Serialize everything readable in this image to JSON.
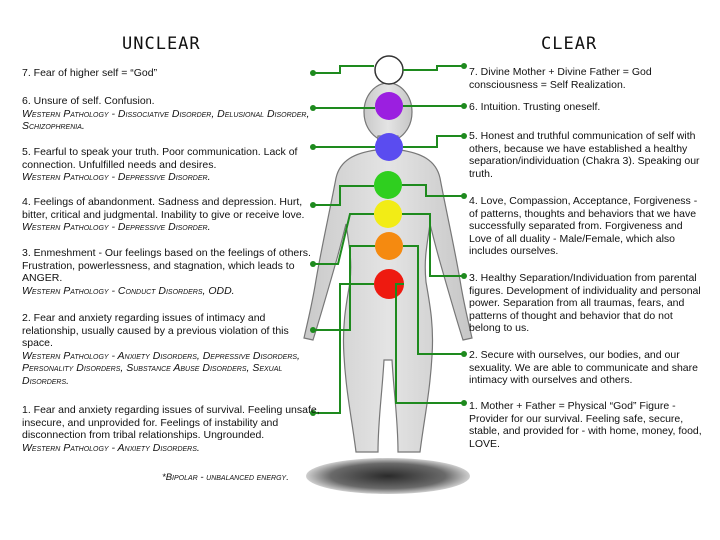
{
  "headers": {
    "unclear": "UNCLEAR",
    "clear": "CLEAR"
  },
  "unclear": [
    {
      "main": "7. Fear of higher self = “God”",
      "pathology": ""
    },
    {
      "main": "6. Unsure of self. Confusion.",
      "pathology": "Western Pathology - Dissociative Disorder, Delusional Disorder, Schizophrenia."
    },
    {
      "main": "5. Fearful to speak your truth. Poor communication. Lack of connection. Unfulfilled needs and desires.",
      "pathology": "Western Pathology - Depressive Disorder."
    },
    {
      "main": "4. Feelings of abandonment. Sadness and depression. Hurt, bitter, critical and judgmental. Inability to give or receive love.",
      "pathology": "Western Pathology - Depressive Disorder."
    },
    {
      "main": "3. Enmeshment - Our feelings based on the feelings of others. Frustration, powerlessness, and stagnation, which leads to ANGER.",
      "pathology": "Western Pathology - Conduct Disorders, ODD."
    },
    {
      "main": "2. Fear and anxiety regarding issues of intimacy and relationship, usually caused by a previous violation of this space.",
      "pathology": "Western Pathology - Anxiety Disorders, Depressive Disorders, Personality Disorders, Substance Abuse Disorders, Sexual Disorders."
    },
    {
      "main": "1. Fear and anxiety regarding issues of survival. Feeling unsafe, insecure, and unprovided for. Feelings of instability and disconnection from tribal relationships.  Ungrounded.",
      "pathology": "Western Pathology - Anxiety Disorders."
    }
  ],
  "clear": [
    {
      "main": "7. Divine Mother + Divine Father = God consciousness = Self Realization."
    },
    {
      "main": "6. Intuition. Trusting oneself."
    },
    {
      "main": "5. Honest and truthful communication of self with others, because we have established a healthy separation/individuation (Chakra 3). Speaking our truth."
    },
    {
      "main": "4. Love, Compassion, Acceptance, Forgiveness - of patterns, thoughts and behaviors that we have successfully separated from. Forgiveness and Love of all duality - Male/Female, which also includes ourselves."
    },
    {
      "main": "3. Healthy Separation/Individuation from parental figures. Development of individuality and personal power. Separation from all traumas, fears, and patterns of thought and behavior that do not belong to us."
    },
    {
      "main": "2. Secure with ourselves, our bodies, and our sexuality. We are able to communicate and share intimacy with ourselves and others."
    },
    {
      "main": "1. Mother + Father = Physical “God” Figure - Provider for our survival.  Feeling safe, secure, stable, and provided for - with home, money, food, LOVE."
    }
  ],
  "footnote": "*Bipolar - unbalanced energy.",
  "colors": {
    "line": "#1e8a1e",
    "chakra7": "#ffffff",
    "chakra6": "#9b1fe0",
    "chakra5": "#5a4cf0",
    "chakra4": "#2fcf1f",
    "chakra3": "#f2ec16",
    "chakra2": "#f58a10",
    "chakra1": "#ee1a10"
  }
}
